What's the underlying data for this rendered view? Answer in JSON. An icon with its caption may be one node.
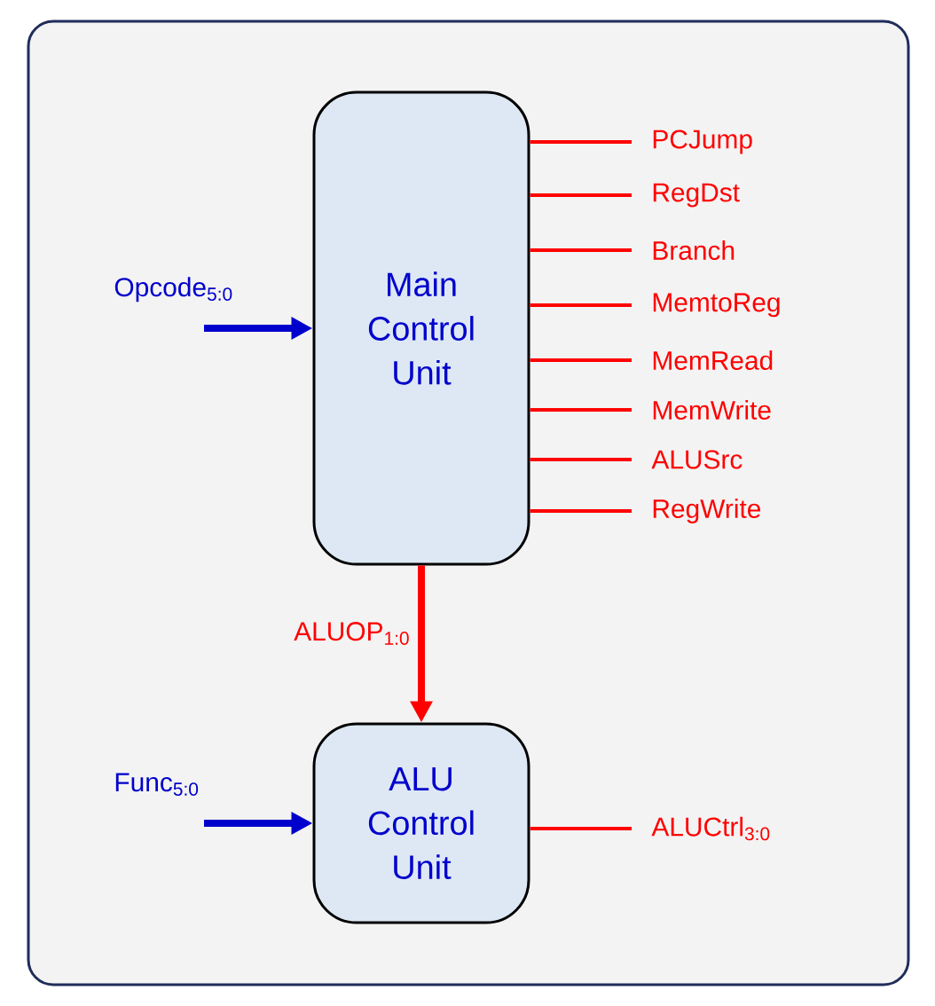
{
  "diagram": {
    "nodes": [
      {
        "text": [
          "Main Control Unit"
        ]
      },
      {
        "text": [
          "PCJump"
        ]
      },
      {
        "text": [
          "RegDst"
        ]
      },
      {
        "text": [
          "Branch"
        ]
      },
      {
        "text": [
          "MemtoReg"
        ]
      },
      {
        "text": [
          "MemRead"
        ]
      },
      {
        "text": [
          "MemWrite"
        ]
      },
      {
        "text": [
          "ALUSrc"
        ]
      },
      {
        "text": [
          "RegWrite"
        ]
      },
      {
        "text": [
          "ALU Control Unit"
        ]
      },
      {
        "text": [
          "ALUCtrl$_{3:0}$"
        ]
      }
    ],
    "edges": [
      {
        "from": null,
        "to": 0,
        "arrow": "to",
        "label": "Opcode$_{5:0}$",
        "style": "thick",
        "color": "#0000cc"
      },
      {
        "from": 0,
        "to": 1,
        "arrow": "none"
      },
      {
        "from": 0,
        "to": 2,
        "arrow": "none"
      },
      {
        "from": 0,
        "to": 3,
        "arrow": "none"
      },
      {
        "from": 0,
        "to": 4,
        "arrow": "none"
      },
      {
        "from": 0,
        "to": 5,
        "arrow": "none"
      },
      {
        "from": 0,
        "to": 6,
        "arrow": "none"
      },
      {
        "from": 0,
        "to": 7,
        "arrow": "none"
      },
      {
        "from": 0,
        "to": 8,
        "arrow": "none"
      },
      {
        "from": 0,
        "to": 9,
        "arrow": "to",
        "label": "ALUOP$_{1:0}$",
        "style": "thick"
      },
      {
        "from": null,
        "to": 9,
        "arrow": "to",
        "label": "Func$_{5:0}$",
        "style": "thick",
        "color": "#0000cc"
      },
      {
        "from": 9,
        "to": 10,
        "arrow": "none"
      }
    ]
  }
}
